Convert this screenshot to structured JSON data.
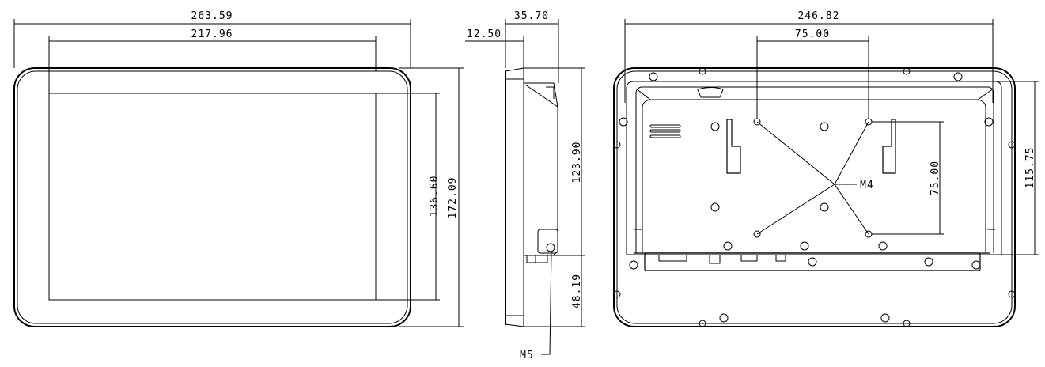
{
  "title": "Monitor dimensional drawing",
  "front_view": {
    "overall_width": "263.59",
    "screen_width": "217.96",
    "screen_height": "136.60",
    "overall_height": "172.09"
  },
  "side_view": {
    "depth": "35.70",
    "bezel_depth": "12.50",
    "upper_height": "123.90",
    "lower_height": "48.19",
    "screw_label": "M5"
  },
  "back_view": {
    "tray_width": "246.82",
    "vesa_horizontal": "75.00",
    "vesa_vertical": "75.00",
    "tray_height": "115.75",
    "screw_label": "M4"
  }
}
